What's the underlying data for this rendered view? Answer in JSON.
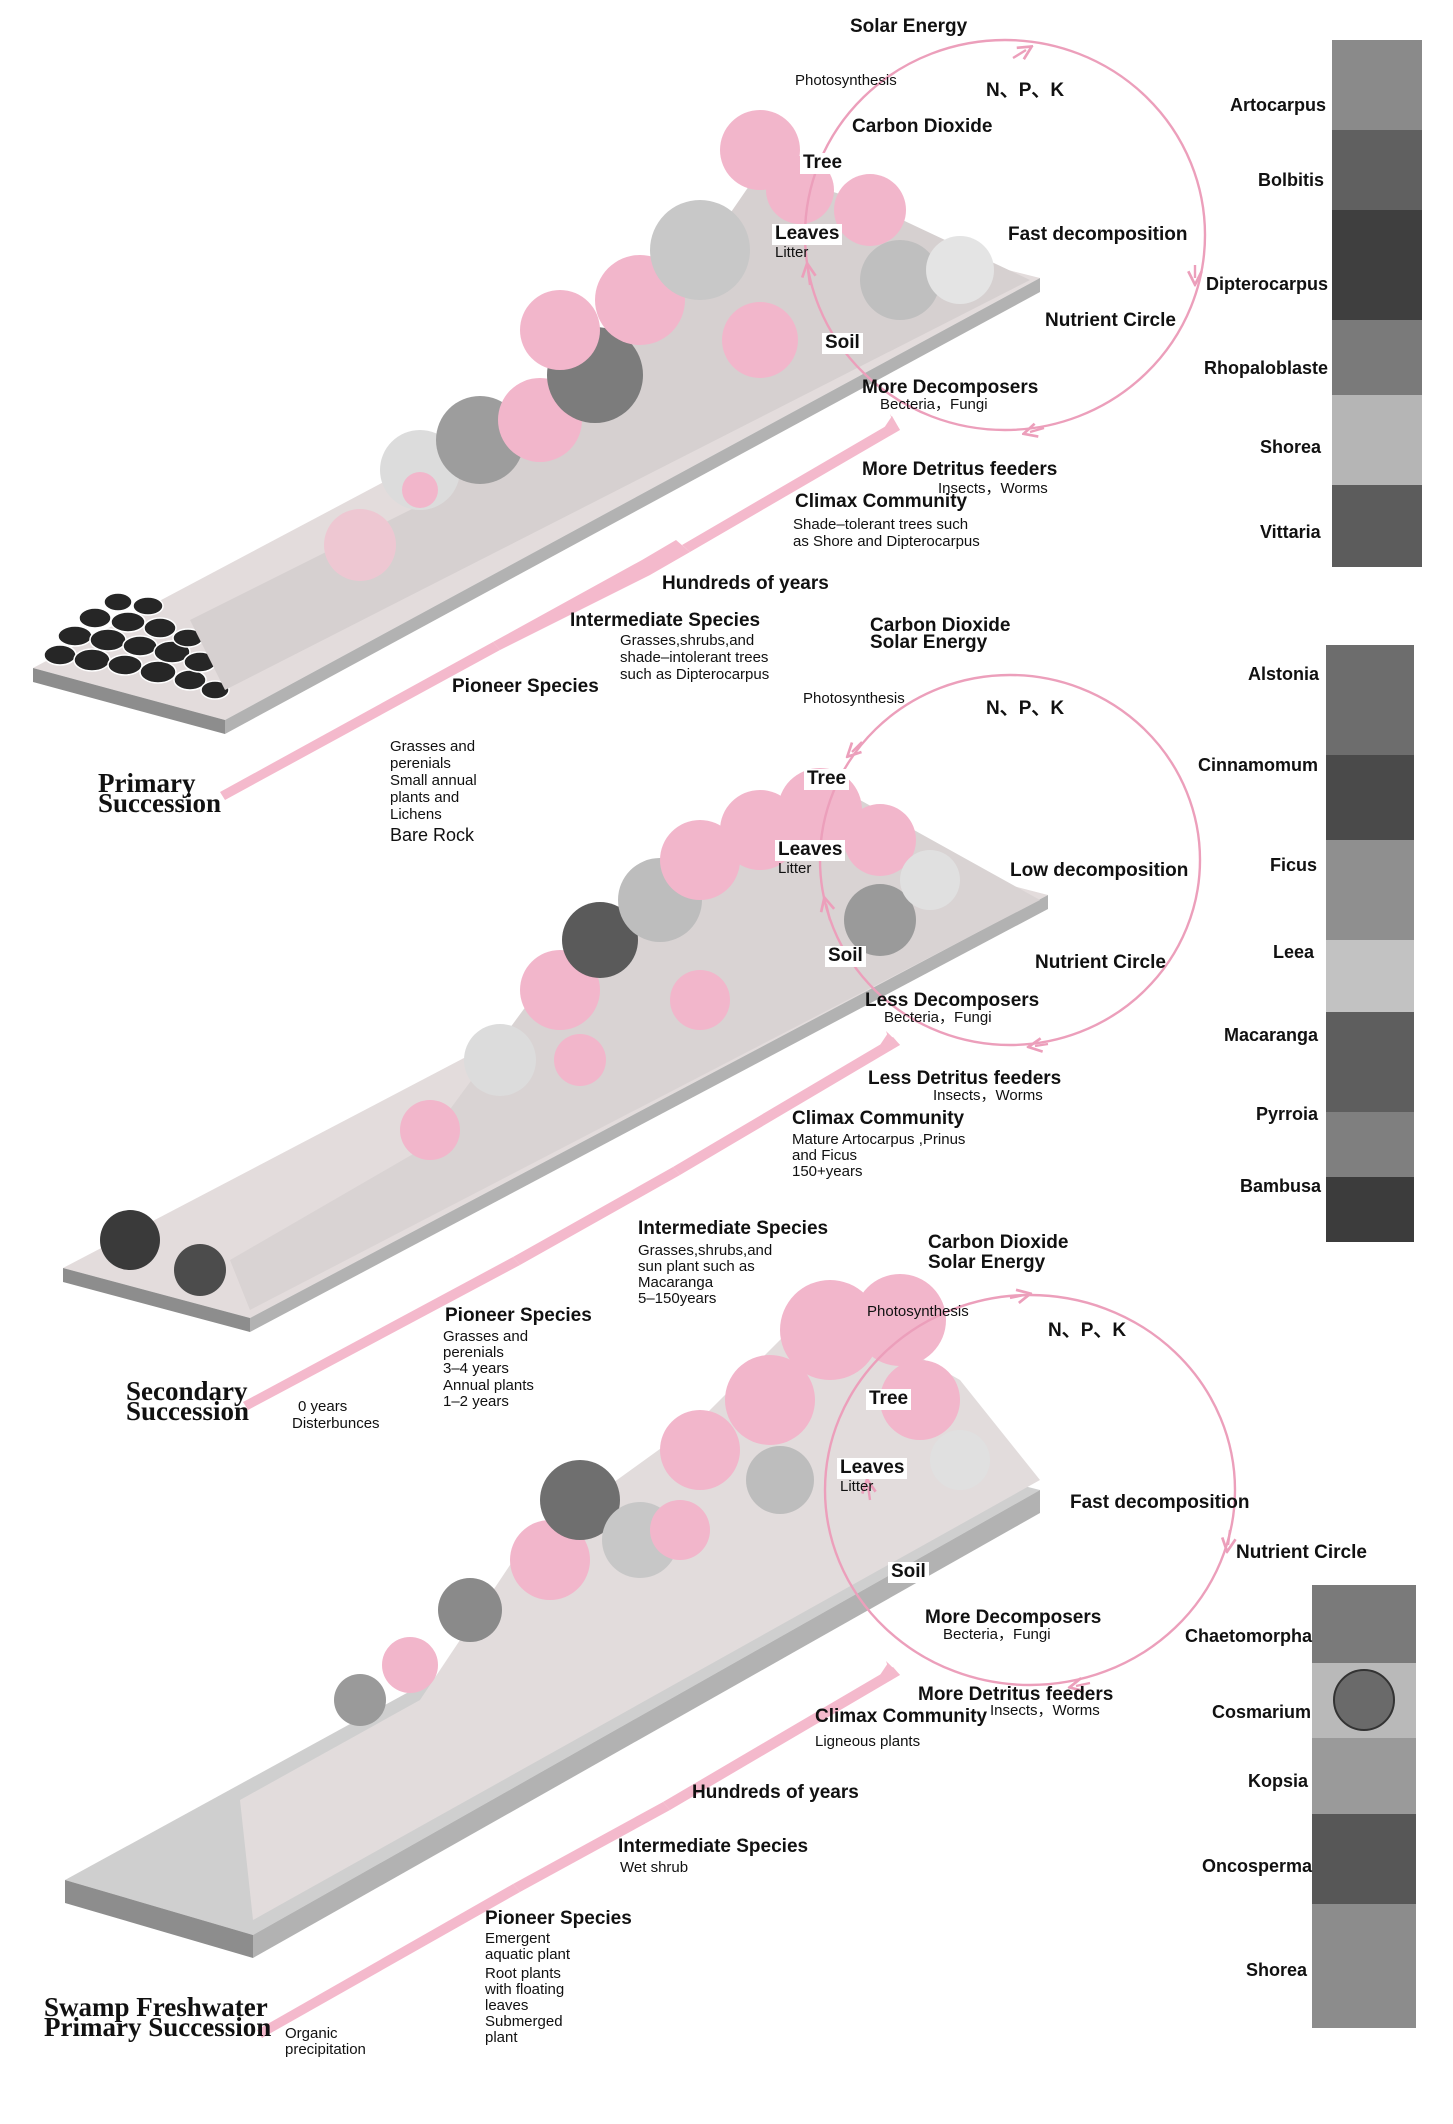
{
  "colors": {
    "accent": "#f2b6cb",
    "arrow": "#f4b9cc",
    "cycle": "#ec9fbb",
    "ground": "#9a9a9a"
  },
  "sections": [
    {
      "title_line1": "Primary",
      "title_line2": "Succession",
      "origin": "Bare Rock",
      "origin_note": [
        "Grasses and",
        "perenials",
        "Small annual",
        "plants and",
        "Lichens"
      ],
      "pioneer": {
        "label": "Pioneer Species",
        "note": []
      },
      "intermediate": {
        "label": "Intermediate Species",
        "note": [
          "Grasses,shrubs,and",
          "shade–intolerant trees",
          "such as Dipterocarpus"
        ]
      },
      "time": "Hundreds of years",
      "climax": {
        "label": "Climax Community",
        "note": [
          "Shade–tolerant trees such",
          "as Shore and Dipterocarpus"
        ]
      },
      "cycle": {
        "solar": "Solar Energy",
        "photosynthesis": "Photosynthesis",
        "co2": "Carbon Dioxide",
        "npk": "N、P、K",
        "tree": "Tree",
        "leaves": "Leaves",
        "litter": "Litter",
        "soil": "Soil",
        "decomposition": "Fast decomposition",
        "nutrient": "Nutrient Circle",
        "decomposers": "More Decomposers",
        "decomposers_sub": "Becteria，Fungi",
        "detritus": "More Detritus feeders",
        "detritus_sub": "Insects，Worms"
      },
      "species": [
        "Artocarpus",
        "Bolbitis",
        "Dipterocarpus",
        "Rhopaloblaste",
        "Shorea",
        "Vittaria"
      ]
    },
    {
      "title_line1": "Secondary",
      "title_line2": "Succession",
      "origin": "0 years",
      "origin_sub": "Disterbunces",
      "pioneer": {
        "label": "Pioneer Species",
        "note": [
          "Grasses and",
          "perenials",
          "3–4 years",
          "Annual plants",
          "1–2 years"
        ]
      },
      "intermediate": {
        "label": "Intermediate Species",
        "note": [
          "Grasses,shrubs,and",
          "sun plant such as",
          "Macaranga",
          "5–150years"
        ]
      },
      "climax": {
        "label": "Climax Community",
        "note": [
          "Mature Artocarpus ,Prinus",
          "and Ficus",
          "150+years"
        ]
      },
      "cycle": {
        "co2": "Carbon Dioxide",
        "solar": "Solar Energy",
        "photosynthesis": "Photosynthesis",
        "npk": "N、P、K",
        "tree": "Tree",
        "leaves": "Leaves",
        "litter": "Litter",
        "soil": "Soil",
        "decomposition": "Low decomposition",
        "nutrient": "Nutrient Circle",
        "decomposers": "Less Decomposers",
        "decomposers_sub": "Becteria，Fungi",
        "detritus": "Less Detritus feeders",
        "detritus_sub": "Insects，Worms"
      },
      "species": [
        "Alstonia",
        "Cinnamomum",
        "Ficus",
        "Leea",
        "Macaranga",
        "Pyrroia",
        "Bambusa"
      ]
    },
    {
      "title_line1": "Swamp Freshwater",
      "title_line2": "Primary Succession",
      "origin": "Organic",
      "origin_sub": "precipitation",
      "pioneer": {
        "label": "Pioneer Species",
        "note": [
          "Emergent",
          "aquatic plant",
          "Root plants",
          "with floating",
          "leaves",
          "Submerged",
          "plant"
        ]
      },
      "intermediate": {
        "label": "Intermediate Species",
        "note": [
          "Wet shrub"
        ]
      },
      "time": "Hundreds of years",
      "climax": {
        "label": "Climax Community",
        "note": [
          "Ligneous plants"
        ]
      },
      "cycle": {
        "co2": "Carbon Dioxide",
        "solar": "Solar Energy",
        "photosynthesis": "Photosynthesis",
        "npk": "N、P、K",
        "tree": "Tree",
        "leaves": "Leaves",
        "litter": "Litter",
        "soil": "Soil",
        "decomposition": "Fast decomposition",
        "nutrient": "Nutrient Circle",
        "decomposers": "More Decomposers",
        "decomposers_sub": "Becteria，Fungi",
        "detritus": "More Detritus feeders",
        "detritus_sub": "Insects，Worms"
      },
      "species": [
        "Chaetomorpha",
        "Cosmarium",
        "Kopsia",
        "Oncosperma",
        "Shorea"
      ]
    }
  ]
}
